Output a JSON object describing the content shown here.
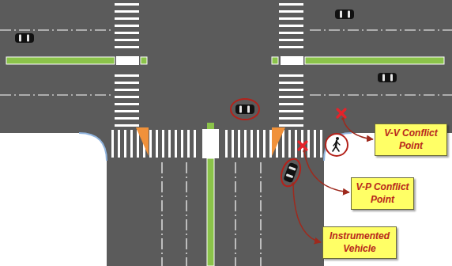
{
  "diagram": {
    "nodes": [
      {
        "text": [
          "V-V Conflict Point"
        ]
      },
      {
        "text": [
          "V-P Conflict Point"
        ]
      },
      {
        "text": [
          "Instrumented Vehicle"
        ]
      }
    ]
  }
}
